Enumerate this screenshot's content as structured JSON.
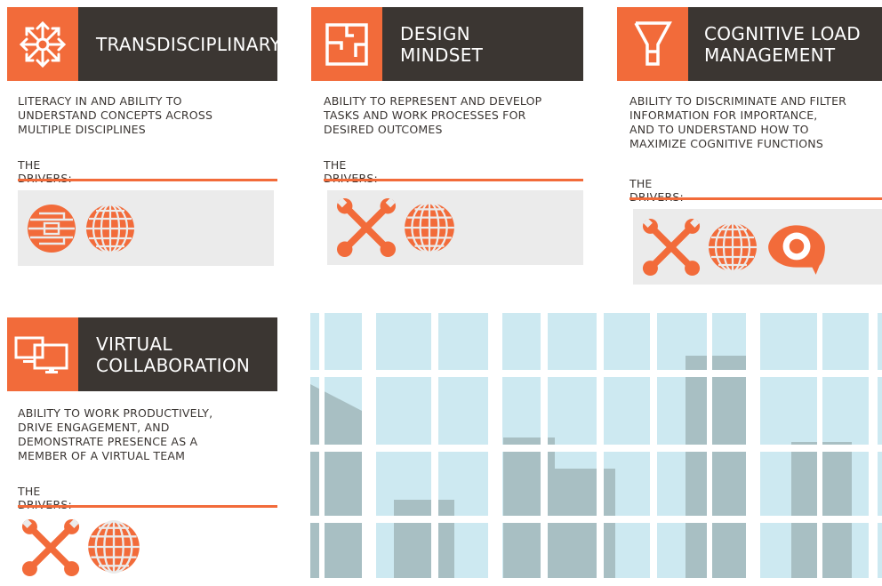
{
  "colors": {
    "accent": "#f26b3a",
    "dark": "#3b3632",
    "panel": "#ebebeb",
    "glass": "#cde9f1"
  },
  "cards": [
    {
      "title": "TRANSDISCIPLINARY",
      "icon": "arrows-expand-icon",
      "description": "LITERACY IN AND ABILITY TO\nUNDERSTAND CONCEPTS ACROSS\nMULTIPLE DISCIPLINES",
      "drivers_label": "THE DRIVERS:",
      "drivers": [
        "longevity-icon",
        "globe-icon"
      ]
    },
    {
      "title": "DESIGN\nMINDSET",
      "icon": "floorplan-icon",
      "description": "ABILITY TO REPRESENT AND DEVELOP\nTASKS AND WORK PROCESSES FOR\nDESIRED OUTCOMES",
      "drivers_label": "THE DRIVERS:",
      "drivers": [
        "tools-icon",
        "globe-icon"
      ]
    },
    {
      "title": "COGNITIVE LOAD\nMANAGEMENT",
      "icon": "filter-icon",
      "description": "ABILITY TO DISCRIMINATE AND FILTER\nINFORMATION FOR IMPORTANCE,\nAND TO UNDERSTAND HOW TO\nMAXIMIZE COGNITIVE FUNCTIONS",
      "drivers_label": "THE DRIVERS:",
      "drivers": [
        "tools-icon",
        "globe-icon",
        "eye-speech-icon"
      ]
    },
    {
      "title": "VIRTUAL\nCOLLABORATION",
      "icon": "monitors-icon",
      "description": "ABILITY TO WORK PRODUCTIVELY,\nDRIVE ENGAGEMENT, AND\nDEMONSTRATE PRESENCE AS A\nMEMBER OF A VIRTUAL TEAM",
      "drivers_label": "THE DRIVERS:",
      "drivers": [
        "tools-icon",
        "globe-icon"
      ]
    }
  ]
}
